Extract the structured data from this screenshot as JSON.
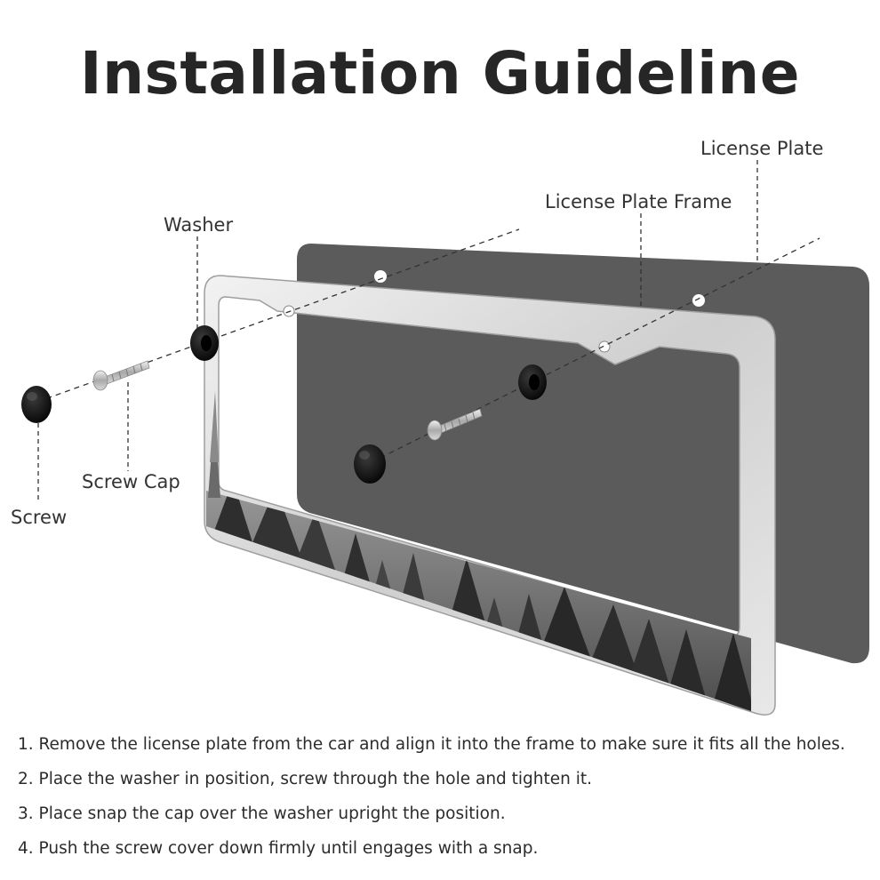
{
  "title": "Installation Guideline",
  "labels": {
    "license_plate": "License Plate",
    "license_plate_frame": "License Plate Frame",
    "washer": "Washer",
    "screw_cap": "Screw Cap",
    "screw": "Screw"
  },
  "steps": [
    "1. Remove the license plate from the car and align it into the frame to make sure it fits all the holes.",
    "2. Place the washer in position, screw through the hole and tighten it.",
    "3. Place snap the cap over the washer upright the position.",
    "4. Push the screw cover down firmly until engages with a snap."
  ],
  "colors": {
    "plate": "#5b5b5b",
    "frame": "#d6d6d6",
    "text": "#2b2b2b"
  }
}
